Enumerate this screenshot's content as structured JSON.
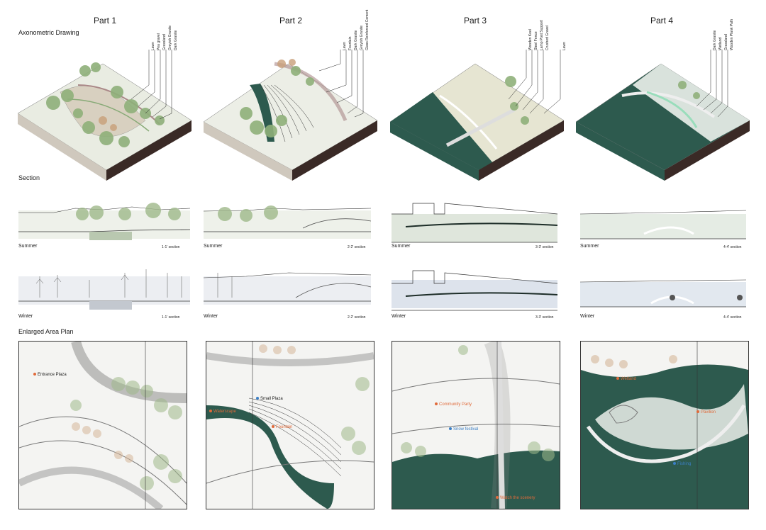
{
  "parts": [
    {
      "title": "Part 1",
      "section_label": "1-1' section",
      "labels": [
        "Lawn",
        "Pea gravel",
        "Grassland",
        "Greyish Granite",
        "Dark Granite"
      ],
      "plan_markers": [
        {
          "text": "Entrance Plaza"
        }
      ]
    },
    {
      "title": "Part 2",
      "section_label": "2-2' section",
      "labels": [
        "Lawn",
        "Fountain",
        "Dark Granite",
        "Greyish Granite",
        "Glass Reinforced Cement"
      ],
      "plan_markers": [
        {
          "text": "Small Plaza"
        },
        {
          "text": "Waterscape"
        },
        {
          "text": "Fountain"
        }
      ]
    },
    {
      "title": "Part 3",
      "section_label": "3-3' section",
      "labels": [
        "Wooden Keel",
        "Steel Fence",
        "Lamp Post Support",
        "Crushed Gravel",
        "Lawn"
      ],
      "plan_markers": [
        {
          "text": "Community Party"
        },
        {
          "text": "Snow festival"
        },
        {
          "text": "Watch the scenery"
        }
      ]
    },
    {
      "title": "Part 4",
      "section_label": "4-4' section",
      "labels": [
        "Dark Granite",
        "Wetland",
        "Grassland",
        "Wooden Plank Path"
      ],
      "plan_markers": [
        {
          "text": "Wetland"
        },
        {
          "text": "Pavilion"
        },
        {
          "text": "Fishing"
        }
      ]
    }
  ],
  "headings": {
    "axonometric": "Axonometric Drawing",
    "section": "Section",
    "plan": "Enlarged Area Plan"
  },
  "seasons": {
    "summer": "Summer",
    "winter": "Winter"
  },
  "colors": {
    "water": "#2d5a4e",
    "plant": "#9fb98a",
    "orange": "#e06a3a",
    "blue": "#3b7fc6"
  }
}
